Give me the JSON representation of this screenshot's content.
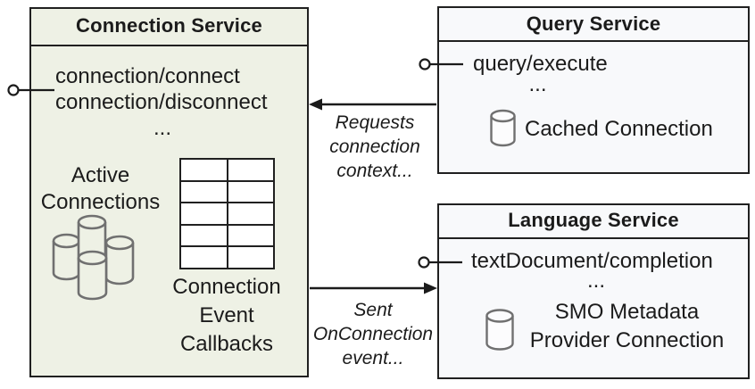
{
  "connection_service": {
    "title": "Connection Service",
    "methods": [
      "connection/connect",
      "connection/disconnect",
      "..."
    ],
    "active_connections": [
      "Active",
      "Connections"
    ],
    "callbacks": [
      "Connection",
      "Event",
      "Callbacks"
    ]
  },
  "query_service": {
    "title": "Query Service",
    "methods": [
      "query/execute",
      "..."
    ],
    "cached_connection": "Cached Connection"
  },
  "language_service": {
    "title": "Language Service",
    "methods": [
      "textDocument/completion",
      "..."
    ],
    "smo_metadata": [
      "SMO Metadata",
      "Provider Connection"
    ]
  },
  "labels": {
    "requests": [
      "Requests",
      "connection",
      "context..."
    ],
    "sent": [
      "Sent",
      "OnConnection",
      "event..."
    ]
  },
  "colors": {
    "connection_fill": "#eef1e5",
    "service_fill": "#f8f9fb",
    "border": "#202020",
    "text": "#1b1b1b",
    "arrow": "#1b1b1b",
    "cylinder_stroke": "#707070"
  }
}
